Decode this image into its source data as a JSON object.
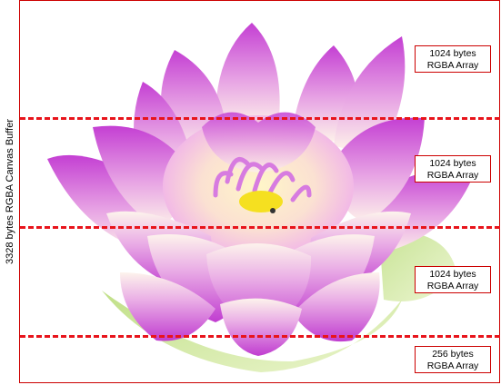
{
  "buffer_label": "3328 bytes RGBA Canvas Buffer",
  "chunks": [
    {
      "size": "1024 bytes",
      "type": "RGBA Array"
    },
    {
      "size": "1024 bytes",
      "type": "RGBA Array"
    },
    {
      "size": "1024 bytes",
      "type": "RGBA Array"
    },
    {
      "size": "256 bytes",
      "type": "RGBA Array"
    }
  ],
  "colors": {
    "frame": "#cc0000",
    "divider": "#e8141b",
    "petal_main": "#c94ad6",
    "petal_light": "#fbe6e1",
    "stamen": "#f5e020"
  }
}
